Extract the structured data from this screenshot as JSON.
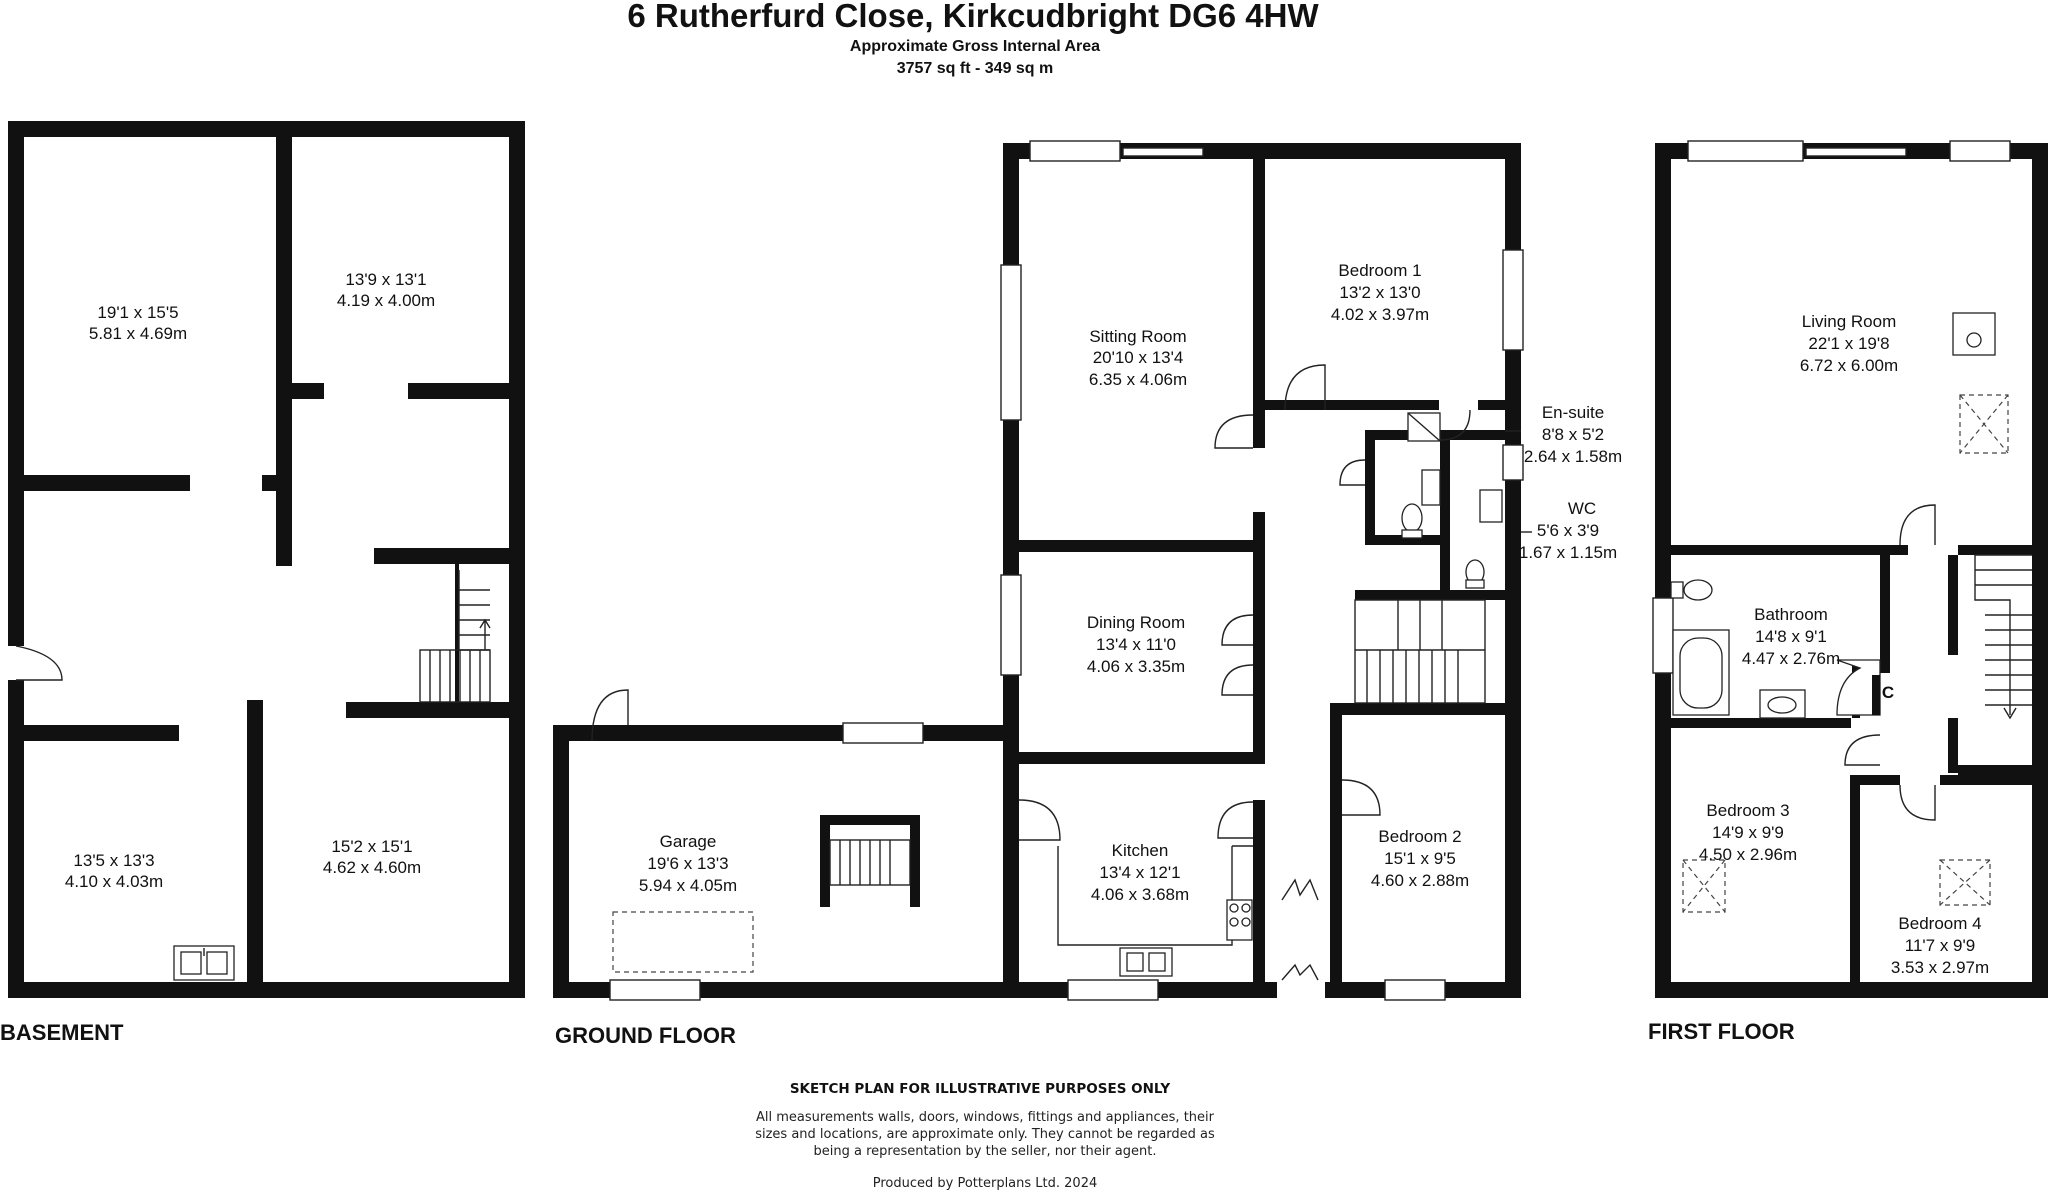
{
  "header": {
    "title": "6 Rutherfurd Close, Kirkcudbright DG6 4HW",
    "subtitle": "Approximate Gross Internal Area",
    "area": "3757 sq ft - 349 sq m"
  },
  "floors": {
    "basement": "BASEMENT",
    "ground": "GROUND FLOOR",
    "first": "FIRST FLOOR"
  },
  "basement": {
    "room1": {
      "imperial": "19'1 x 15'5",
      "metric": "5.81 x 4.69m"
    },
    "room2": {
      "imperial": "13'9 x 13'1",
      "metric": "4.19 x 4.00m"
    },
    "room3": {
      "imperial": "13'5 x 13'3",
      "metric": "4.10 x 4.03m"
    },
    "room4": {
      "imperial": "15'2 x 15'1",
      "metric": "4.62 x 4.60m"
    }
  },
  "ground": {
    "sitting": {
      "name": "Sitting Room",
      "imperial": "20'10 x 13'4",
      "metric": "6.35 x 4.06m"
    },
    "bed1": {
      "name": "Bedroom 1",
      "imperial": "13'2 x 13'0",
      "metric": "4.02 x 3.97m"
    },
    "ensuite": {
      "name": "En-suite",
      "imperial": "8'8 x 5'2",
      "metric": "2.64 x 1.58m"
    },
    "wc": {
      "name": "WC",
      "imperial": "5'6 x 3'9",
      "metric": "1.67 x 1.15m"
    },
    "dining": {
      "name": "Dining Room",
      "imperial": "13'4 x 11'0",
      "metric": "4.06 x 3.35m"
    },
    "garage": {
      "name": "Garage",
      "imperial": "19'6 x 13'3",
      "metric": "5.94 x 4.05m"
    },
    "kitchen": {
      "name": "Kitchen",
      "imperial": "13'4 x 12'1",
      "metric": "4.06 x 3.68m"
    },
    "bed2": {
      "name": "Bedroom 2",
      "imperial": "15'1 x 9'5",
      "metric": "4.60 x 2.88m"
    }
  },
  "first": {
    "living": {
      "name": "Living Room",
      "imperial": "22'1 x 19'8",
      "metric": "6.72 x 6.00m"
    },
    "bathroom": {
      "name": "Bathroom",
      "imperial": "14'8 x 9'1",
      "metric": "4.47 x 2.76m"
    },
    "cupboard": "C",
    "bed3": {
      "name": "Bedroom 3",
      "imperial": "14'9 x 9'9",
      "metric": "4.50 x 2.96m"
    },
    "bed4": {
      "name": "Bedroom 4",
      "imperial": "11'7 x 9'9",
      "metric": "3.53 x 2.97m"
    }
  },
  "footer": {
    "heading": "SKETCH PLAN FOR ILLUSTRATIVE PURPOSES ONLY",
    "line1": "All measurements walls, doors, windows, fittings and appliances, their",
    "line2": "sizes and locations, are approximate only. They cannot be regarded as",
    "line3": "being a representation by the seller, nor their agent.",
    "producer": "Produced by Potterplans Ltd. 2024"
  }
}
